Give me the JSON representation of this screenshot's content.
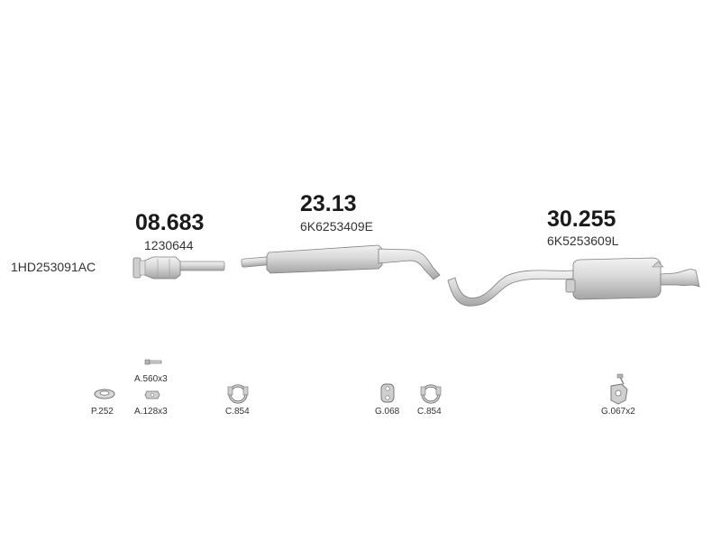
{
  "left_ref": "1HD253091AC",
  "parts": [
    {
      "number": "08.683",
      "oe": "1230644"
    },
    {
      "number": "23.13",
      "oe": "6K6253409E"
    },
    {
      "number": "30.255",
      "oe": "6K5253609L"
    }
  ],
  "accessories": [
    {
      "label": "P.252"
    },
    {
      "label": "A.560x3"
    },
    {
      "label": "A.128x3"
    },
    {
      "label": "C.854"
    },
    {
      "label": "G.068"
    },
    {
      "label": "C.854"
    },
    {
      "label": "G.067x2"
    }
  ],
  "colors": {
    "metal_light": "#e2e2e2",
    "metal_dark": "#9a9a9a",
    "outline": "#7d7d7d"
  }
}
